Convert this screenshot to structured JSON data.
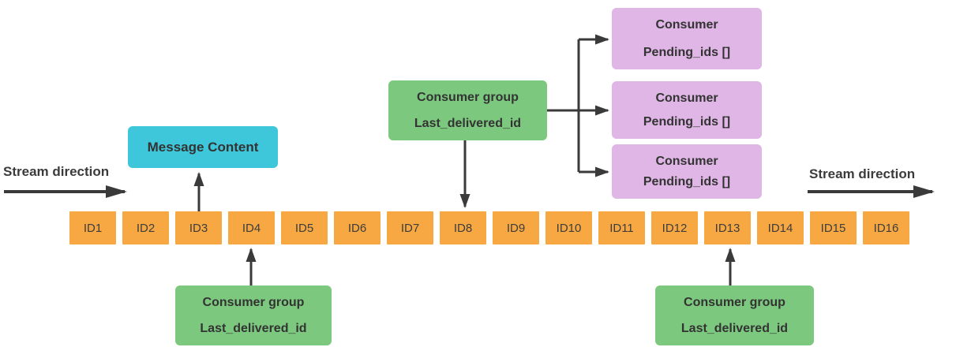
{
  "colors": {
    "orange": "#F7A843",
    "green": "#7CC87E",
    "cyan": "#3EC6DB",
    "purple": "#DFB6E5",
    "line": "#3A3A3A",
    "text": "#3B3B3B"
  },
  "stream": {
    "direction_label_left": "Stream direction",
    "direction_label_right": "Stream direction",
    "ids": [
      "ID1",
      "ID2",
      "ID3",
      "ID4",
      "ID5",
      "ID6",
      "ID7",
      "ID8",
      "ID9",
      "ID10",
      "ID11",
      "ID12",
      "ID13",
      "ID14",
      "ID15",
      "ID16"
    ]
  },
  "message_box": {
    "label": "Message Content"
  },
  "consumer_groups": {
    "top": {
      "line1": "Consumer group",
      "line2": "Last_delivered_id"
    },
    "bottom_left": {
      "line1": "Consumer group",
      "line2": "Last_delivered_id"
    },
    "bottom_right": {
      "line1": "Consumer group",
      "line2": "Last_delivered_id"
    }
  },
  "consumers": [
    {
      "line1": "Consumer",
      "line2": "Pending_ids []"
    },
    {
      "line1": "Consumer",
      "line2": "Pending_ids []"
    },
    {
      "line1": "Consumer",
      "line2": "Pending_ids []"
    }
  ]
}
